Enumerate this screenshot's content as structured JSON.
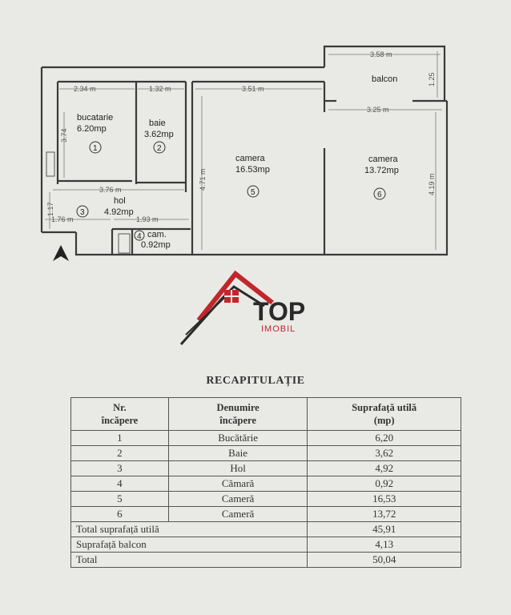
{
  "plan": {
    "rooms": [
      {
        "id": "1",
        "name": "bucatarie",
        "area": "6.20mp"
      },
      {
        "id": "2",
        "name": "baie",
        "area": "3.62mp"
      },
      {
        "id": "3",
        "name": "hol",
        "area": "4.92mp"
      },
      {
        "id": "4",
        "name": "cam.",
        "area": "0.92mp"
      },
      {
        "id": "5",
        "name": "camera",
        "area": "16.53mp"
      },
      {
        "id": "6",
        "name": "camera",
        "area": "13.72mp"
      },
      {
        "name": "balcon"
      }
    ],
    "dims": [
      "2.34 m",
      "1.32 m",
      "3.51 m",
      "3.58 m",
      "3.25 m",
      "1.25",
      "3.74",
      "4.71 m",
      "4.19 m",
      "3.76 m",
      "1.76 m",
      "1.93 m",
      "1.17"
    ]
  },
  "logo": {
    "top": "TOP",
    "bottom": "IMOBIL",
    "brand_red": "#c0262c",
    "brand_dark": "#2a2a2a"
  },
  "recap": {
    "title": "RECAPITULAȚIE",
    "headers": [
      "Nr.\nîncăpere",
      "Denumire\nîncăpere",
      "Suprafață utilă\n(mp)"
    ],
    "rows": [
      {
        "nr": "1",
        "name": "Bucătărie",
        "area": "6,20"
      },
      {
        "nr": "2",
        "name": "Baie",
        "area": "3,62"
      },
      {
        "nr": "3",
        "name": "Hol",
        "area": "4,92"
      },
      {
        "nr": "4",
        "name": "Cămară",
        "area": "0,92"
      },
      {
        "nr": "5",
        "name": "Cameră",
        "area": "16,53"
      },
      {
        "nr": "6",
        "name": "Cameră",
        "area": "13,72"
      }
    ],
    "totals": [
      {
        "label": "Total suprafață utilă",
        "value": "45,91"
      },
      {
        "label": "Suprafață balcon",
        "value": "4,13"
      },
      {
        "label": "Total",
        "value": "50,04"
      }
    ]
  }
}
